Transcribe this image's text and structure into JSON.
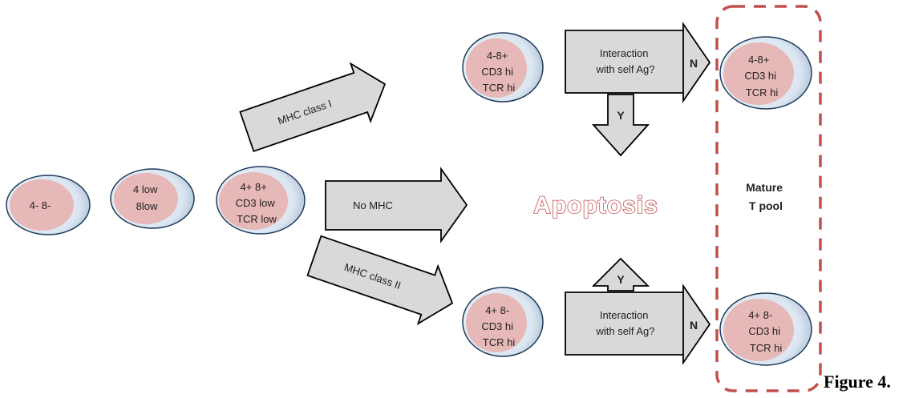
{
  "cells": {
    "dn": [
      "4- 8-"
    ],
    "low": [
      "4 low",
      "8low"
    ],
    "dp": [
      "4+ 8+",
      "CD3 low",
      "TCR low"
    ],
    "cd8_top": [
      "4-8+",
      "CD3 hi",
      "TCR hi"
    ],
    "cd4_bottom": [
      "4+ 8-",
      "CD3 hi",
      "TCR hi"
    ],
    "mature_cd8": [
      "4-8+",
      "CD3 hi",
      "TCR hi"
    ],
    "mature_cd4": [
      "4+ 8-",
      "CD3 hi",
      "TCR hi"
    ]
  },
  "branches": {
    "mhc1": "MHC class I",
    "no_mhc": "No MHC",
    "mhc2": "MHC class II"
  },
  "checks": {
    "top": [
      "Interaction",
      "with self Ag?"
    ],
    "bottom": [
      "Interaction",
      "with self Ag?"
    ]
  },
  "decisions": {
    "yes": "Y",
    "no": "N"
  },
  "outcome": "Apoptosis",
  "pool": [
    "Mature",
    "T pool"
  ],
  "caption": "Figure 4."
}
